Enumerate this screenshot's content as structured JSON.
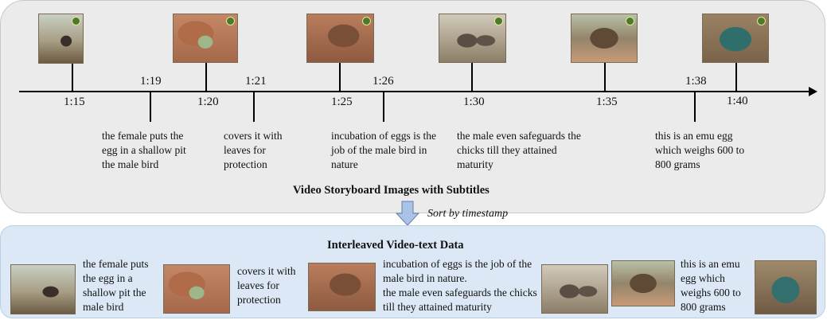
{
  "storyboard": {
    "title": "Video Storyboard Images with Subtitles",
    "frames": [
      {
        "time": "1:15",
        "icon": "emu-tree-frame"
      },
      {
        "time": "1:20",
        "icon": "nest-leaves-frame"
      },
      {
        "time": "1:25",
        "icon": "brown-nest-frame"
      },
      {
        "time": "1:30",
        "icon": "emu-pair-frame"
      },
      {
        "time": "1:35",
        "icon": "emu-flock-frame"
      },
      {
        "time": "1:40",
        "icon": "emu-egg-frame"
      }
    ],
    "subtitles": [
      {
        "time": "1:19",
        "text": "the female puts the egg in a shallow pit the male bird"
      },
      {
        "time": "1:21",
        "text": "covers it with leaves for protection"
      },
      {
        "time": "1:26",
        "text": "incubation of eggs is the job of the male bird in nature"
      },
      {
        "time": "1:30",
        "text": "the male even safeguards the chicks till they attained maturity"
      },
      {
        "time": "1:38",
        "text": "this is an emu egg which weighs 600 to 800 grams"
      }
    ]
  },
  "sort_label": "Sort by timestamp",
  "interleaved": {
    "title": "Interleaved Video-text Data",
    "captions": [
      "the female puts the egg in a shallow pit the male bird",
      "covers it with leaves for protection",
      "incubation of eggs is the job of the male bird in nature.",
      "the male even  safeguards the chicks till they attained maturity",
      "this is an emu egg which weighs 600 to 800 grams"
    ]
  },
  "colors": {
    "top_panel": "#ebebeb",
    "bottom_panel": "#dce8f5",
    "sort_arrow": "#a9c2e6"
  }
}
